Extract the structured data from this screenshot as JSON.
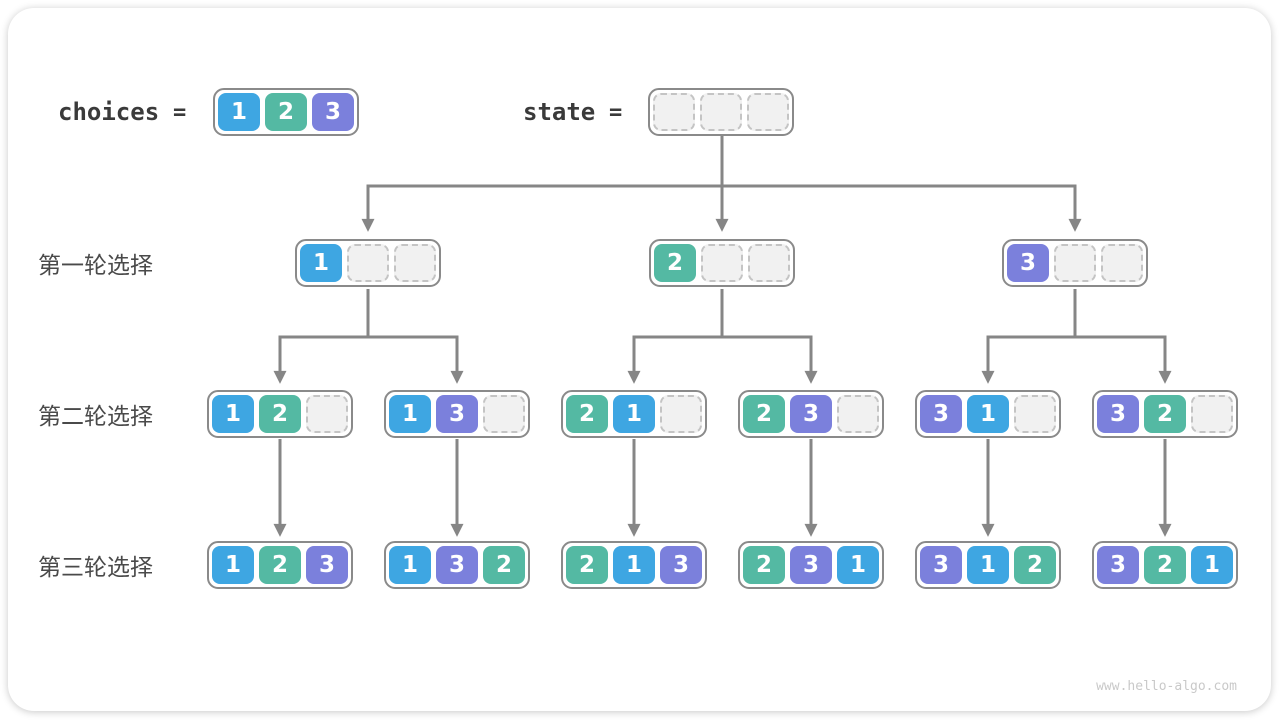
{
  "colors": {
    "value1": "#3EA6E2",
    "value2": "#54B9A3",
    "value3": "#7B80DC",
    "line": "#868686",
    "container_border": "#8A8A8A",
    "empty_fill": "#F1F1F1",
    "empty_border": "#C4C4C4",
    "code_text": "#3A3A3A",
    "label_text": "#4A4A4A",
    "watermark_text": "#C9C9C9"
  },
  "header": {
    "choices_label": "choices",
    "choices_equals": "=",
    "choices_values": [
      1,
      2,
      3
    ],
    "state_label": "state",
    "state_equals": "=",
    "state_values": [
      null,
      null,
      null
    ]
  },
  "rows": [
    {
      "label": "第一轮选择",
      "nodes": [
        [
          1,
          null,
          null
        ],
        [
          2,
          null,
          null
        ],
        [
          3,
          null,
          null
        ]
      ]
    },
    {
      "label": "第二轮选择",
      "nodes": [
        [
          1,
          2,
          null
        ],
        [
          1,
          3,
          null
        ],
        [
          2,
          1,
          null
        ],
        [
          2,
          3,
          null
        ],
        [
          3,
          1,
          null
        ],
        [
          3,
          2,
          null
        ]
      ]
    },
    {
      "label": "第三轮选择",
      "nodes": [
        [
          1,
          2,
          3
        ],
        [
          1,
          3,
          2
        ],
        [
          2,
          1,
          3
        ],
        [
          2,
          3,
          1
        ],
        [
          3,
          1,
          2
        ],
        [
          3,
          2,
          1
        ]
      ]
    }
  ],
  "watermark": "www.hello-algo.com"
}
